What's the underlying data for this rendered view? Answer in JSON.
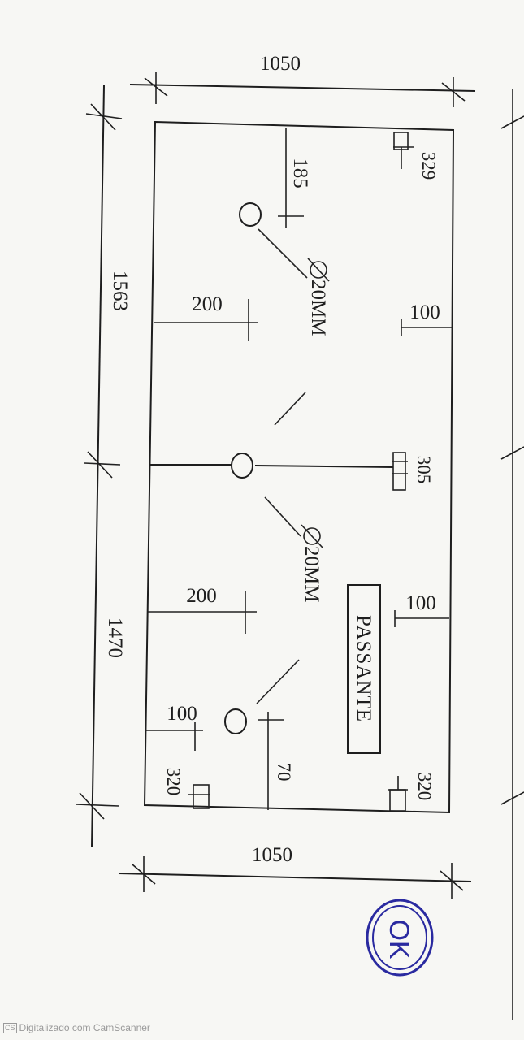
{
  "dimensions": {
    "top_width": "1050",
    "bottom_width": "1050",
    "upper_length": "1563",
    "lower_length": "1470",
    "hole_offset_top": "185",
    "left_offset_upper": "200",
    "left_offset_lower": "200",
    "left_offset_bottom": "100",
    "right_offset_upper": "100",
    "right_offset_lower": "100",
    "corner_top_right": "329",
    "center_right": "305",
    "corner_bottom_right": "320",
    "corner_bottom_left": "320",
    "bottom_hole_offset": "70"
  },
  "callouts": {
    "upper_diameter": "20MM",
    "lower_diameter": "20MM"
  },
  "label_box": "PASSANTE",
  "stamp": "OK",
  "footer": {
    "badge": "CS",
    "text": "Digitalizado com CamScanner"
  },
  "colors": {
    "ink": "#1e1e1e",
    "stamp": "#2a2aa0",
    "paper": "#f7f7f4"
  }
}
